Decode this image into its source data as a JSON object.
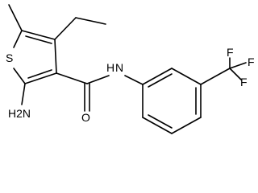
{
  "molecule": {
    "atoms": {
      "sulfur": "S",
      "amine": "H2N",
      "amide_nitrogen": "N",
      "amide_hydrogen": "H",
      "carbonyl_oxygen": "O",
      "fluorine_top": "F",
      "fluorine_right": "F",
      "fluorine_bottom": "F"
    }
  }
}
